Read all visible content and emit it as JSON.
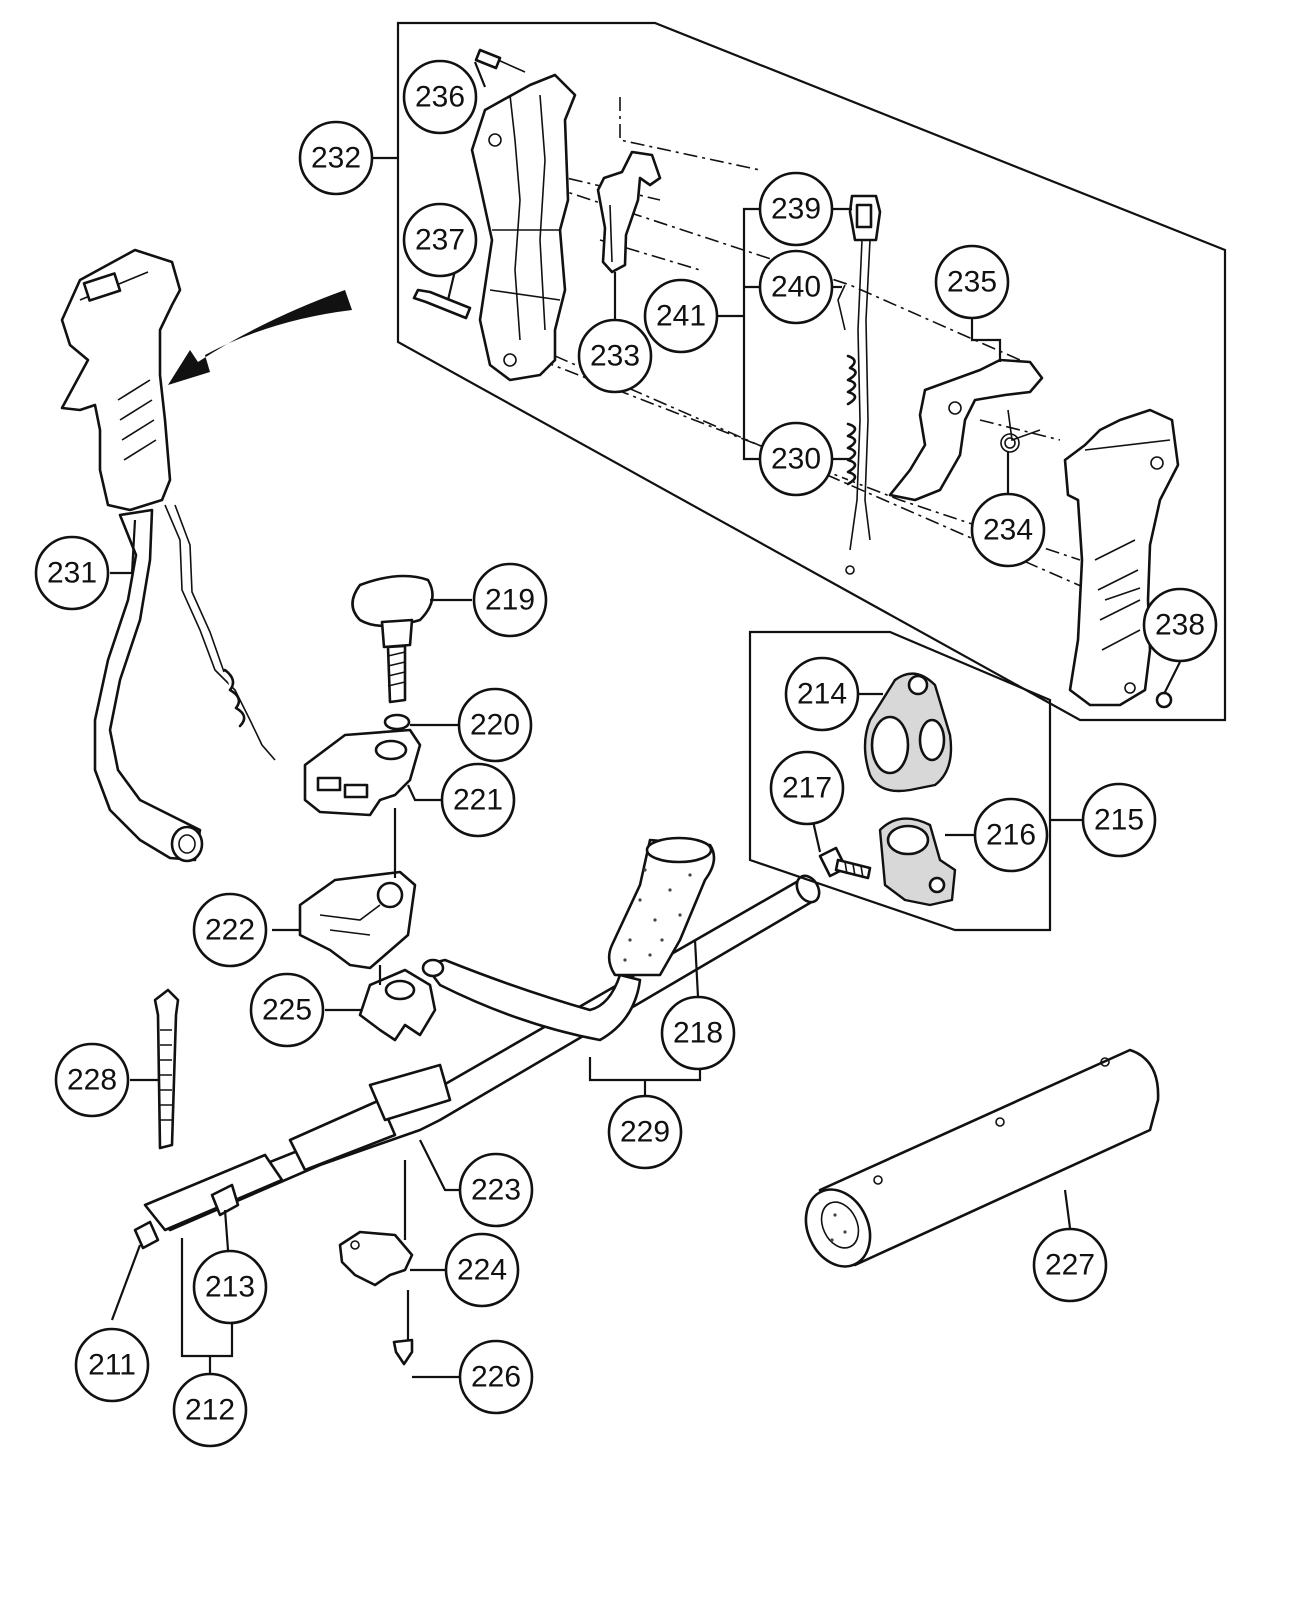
{
  "diagram": {
    "callouts": [
      {
        "id": "211",
        "label": "211"
      },
      {
        "id": "212",
        "label": "212"
      },
      {
        "id": "213",
        "label": "213"
      },
      {
        "id": "214",
        "label": "214"
      },
      {
        "id": "215",
        "label": "215"
      },
      {
        "id": "216",
        "label": "216"
      },
      {
        "id": "217",
        "label": "217"
      },
      {
        "id": "218",
        "label": "218"
      },
      {
        "id": "219",
        "label": "219"
      },
      {
        "id": "220",
        "label": "220"
      },
      {
        "id": "221",
        "label": "221"
      },
      {
        "id": "222",
        "label": "222"
      },
      {
        "id": "223",
        "label": "223"
      },
      {
        "id": "224",
        "label": "224"
      },
      {
        "id": "225",
        "label": "225"
      },
      {
        "id": "226",
        "label": "226"
      },
      {
        "id": "227",
        "label": "227"
      },
      {
        "id": "228",
        "label": "228"
      },
      {
        "id": "229",
        "label": "229"
      },
      {
        "id": "230",
        "label": "230"
      },
      {
        "id": "231",
        "label": "231"
      },
      {
        "id": "232",
        "label": "232"
      },
      {
        "id": "233",
        "label": "233"
      },
      {
        "id": "234",
        "label": "234"
      },
      {
        "id": "235",
        "label": "235"
      },
      {
        "id": "236",
        "label": "236"
      },
      {
        "id": "237",
        "label": "237"
      },
      {
        "id": "238",
        "label": "238"
      },
      {
        "id": "239",
        "label": "239"
      },
      {
        "id": "240",
        "label": "240"
      },
      {
        "id": "241",
        "label": "241"
      }
    ]
  }
}
